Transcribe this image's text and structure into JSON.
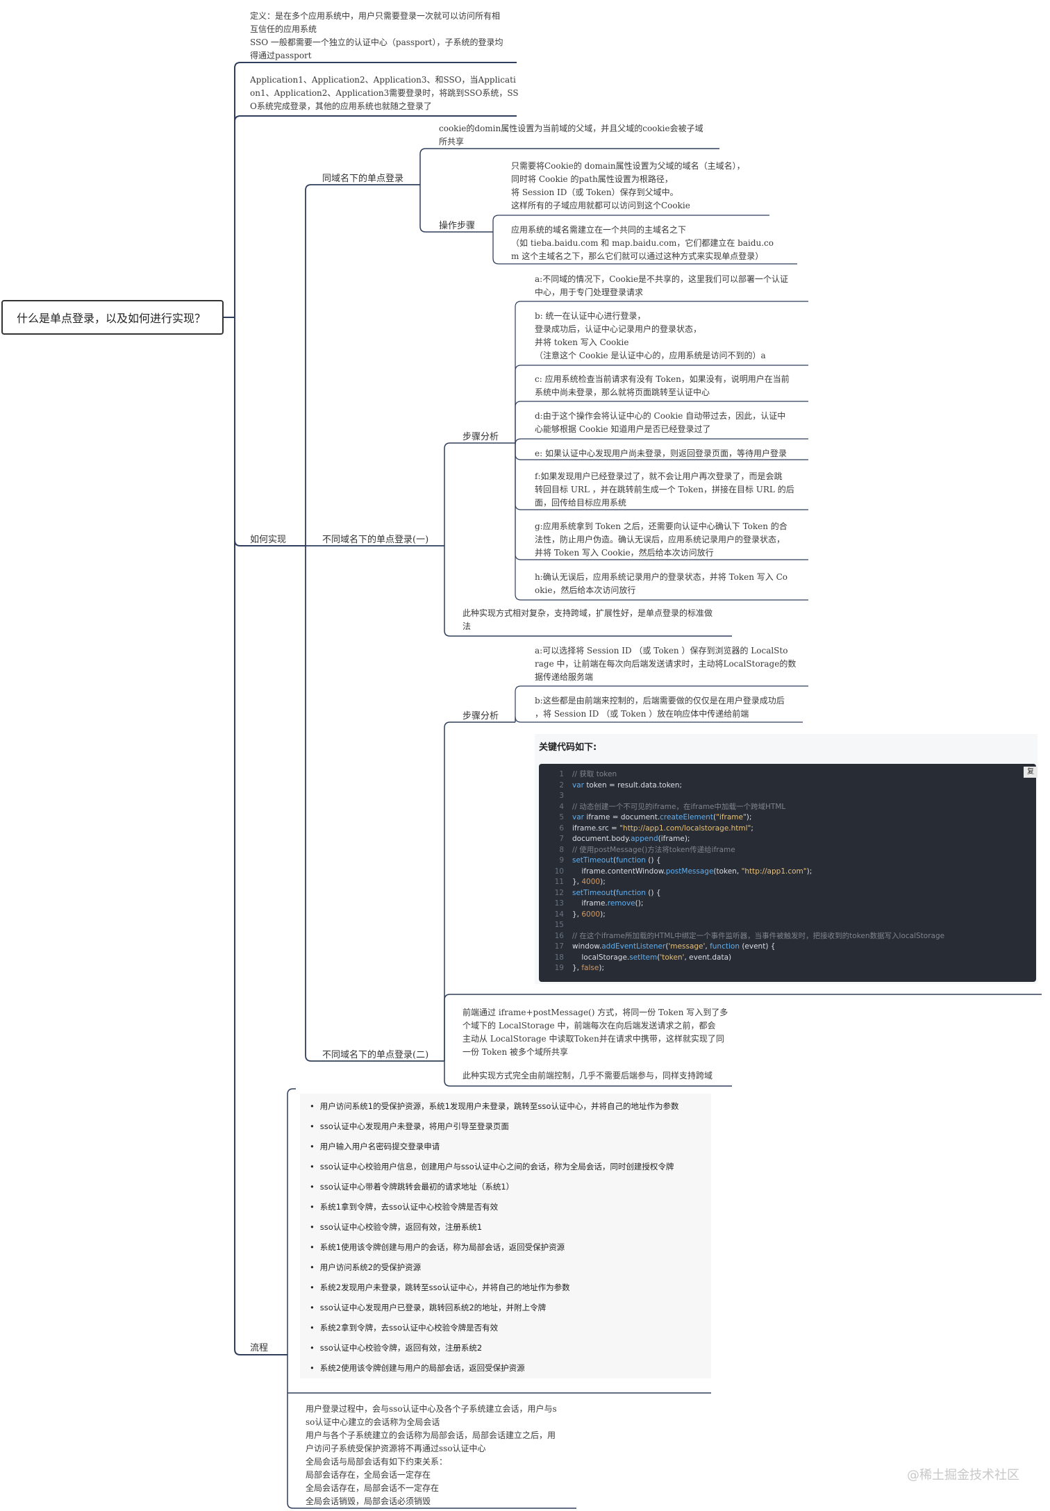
{
  "root": "什么是单点登录，以及如何进行实现？",
  "definition": "定义：是在多个应用系统中，用户只需要登录一次就可以访问所有相\n互信任的应用系统\nSSO 一般都需要一个独立的认证中心（passport），子系统的登录均\n得通过passport",
  "example": "Application1、Application2、Application3、和SSO，当Applicati\non1、Application2、Application3需要登录时，将跳到SSO系统，SS\nO系统完成登录，其他的应用系统也就随之登录了",
  "how": {
    "label": "如何实现",
    "same_domain": {
      "label": "同域名下的单点登录",
      "cookie_note": "cookie的domin属性设置为当前域的父域，并且父域的cookie会被子域\n所共享",
      "steps_label": "操作步骤",
      "step1": "只需要将Cookie的 domain属性设置为父域的域名（主域名），\n同时将 Cookie 的path属性设置为根路径，\n将 Session ID（或 Token）保存到父域中。\n这样所有的子域应用就都可以访问到这个Cookie",
      "step2": "应用系统的域名需建立在一个共同的主域名之下\n（如 tieba.baidu.com 和 map.baidu.com，它们都建立在 baidu.co\nm 这个主域名之下，那么它们就可以通过这种方式来实现单点登录）"
    },
    "cross_domain_1": {
      "label": "不同域名下的单点登录(一)",
      "analysis_label": "步骤分析",
      "steps": [
        "a:不同域的情况下，Cookie是不共享的，这里我们可以部署一个认证\n中心，用于专门处理登录请求",
        "b: 统一在认证中心进行登录，\n登录成功后，认证中心记录用户的登录状态，\n并将 token 写入 Cookie\n（注意这个 Cookie 是认证中心的，应用系统是访问不到的）a",
        "c: 应用系统检查当前请求有没有 Token，如果没有，说明用户在当前\n系统中尚未登录，那么就将页面跳转至认证中心",
        "d:由于这个操作会将认证中心的 Cookie 自动带过去，因此，认证中\n心能够根据 Cookie 知道用户是否已经登录过了",
        "e: 如果认证中心发现用户尚未登录，则返回登录页面，等待用户登录",
        "f:如果发现用户已经登录过了，就不会让用户再次登录了，而是会跳\n转回目标 URL ，并在跳转前生成一个 Token，拼接在目标 URL 的后\n面，回传给目标应用系统",
        "g:应用系统拿到 Token 之后，还需要向认证中心确认下 Token 的合\n法性，防止用户伪造。确认无误后，应用系统记录用户的登录状态，\n并将 Token 写入 Cookie，然后给本次访问放行",
        "h:确认无误后，应用系统记录用户的登录状态，并将 Token 写入 Co\nokie，然后给本次访问放行"
      ],
      "summary": "此种实现方式相对复杂，支持跨域，扩展性好，是单点登录的标准做\n法"
    },
    "cross_domain_2": {
      "label": "不同域名下的单点登录(二)",
      "analysis_label": "步骤分析",
      "steps": [
        "a:可以选择将 Session ID （或 Token ）保存到浏览器的 LocalSto\nrage 中，让前端在每次向后端发送请求时，主动将LocalStorage的数\n据传递给服务端",
        "b:这些都是由前端来控制的，后端需要做的仅仅是在用户登录成功后\n，将 Session ID （或 Token ）放在响应体中传递给前端"
      ],
      "code_title": "关键代码如下:",
      "copy_label": "复",
      "code": [
        {
          "n": "1",
          "parts": [
            [
              "c",
              "// 获取 token"
            ]
          ]
        },
        {
          "n": "2",
          "parts": [
            [
              "k",
              "var "
            ],
            [
              "v",
              "token = result.data.token;"
            ]
          ]
        },
        {
          "n": "3",
          "parts": []
        },
        {
          "n": "4",
          "parts": [
            [
              "c",
              "// 动态创建一个不可见的iframe，在iframe中加载一个跨域HTML"
            ]
          ]
        },
        {
          "n": "5",
          "parts": [
            [
              "k",
              "var "
            ],
            [
              "v",
              "iframe = document."
            ],
            [
              "f",
              "createElement"
            ],
            [
              "v",
              "("
            ],
            [
              "s",
              "\"iframe\""
            ],
            [
              "v",
              ");"
            ]
          ]
        },
        {
          "n": "6",
          "parts": [
            [
              "v",
              "iframe.src = "
            ],
            [
              "s",
              "\"http://app1.com/localstorage.html\""
            ],
            [
              "v",
              ";"
            ]
          ]
        },
        {
          "n": "7",
          "parts": [
            [
              "v",
              "document.body."
            ],
            [
              "f",
              "append"
            ],
            [
              "v",
              "(iframe);"
            ]
          ]
        },
        {
          "n": "8",
          "parts": [
            [
              "c",
              "// 使用postMessage()方法将token传递给iframe"
            ]
          ]
        },
        {
          "n": "9",
          "parts": [
            [
              "f",
              "setTimeout"
            ],
            [
              "v",
              "("
            ],
            [
              "k",
              "function"
            ],
            [
              "v",
              " () {"
            ]
          ]
        },
        {
          "n": "10",
          "parts": [
            [
              "v",
              "    iframe.contentWindow."
            ],
            [
              "f",
              "postMessage"
            ],
            [
              "v",
              "(token, "
            ],
            [
              "s",
              "\"http://app1.com\""
            ],
            [
              "v",
              ");"
            ]
          ]
        },
        {
          "n": "11",
          "parts": [
            [
              "v",
              "}, "
            ],
            [
              "o",
              "4000"
            ],
            [
              "v",
              ");"
            ]
          ]
        },
        {
          "n": "12",
          "parts": [
            [
              "f",
              "setTimeout"
            ],
            [
              "v",
              "("
            ],
            [
              "k",
              "function"
            ],
            [
              "v",
              " () {"
            ]
          ]
        },
        {
          "n": "13",
          "parts": [
            [
              "v",
              "    iframe."
            ],
            [
              "f",
              "remove"
            ],
            [
              "v",
              "();"
            ]
          ]
        },
        {
          "n": "14",
          "parts": [
            [
              "v",
              "}, "
            ],
            [
              "o",
              "6000"
            ],
            [
              "v",
              ");"
            ]
          ]
        },
        {
          "n": "15",
          "parts": []
        },
        {
          "n": "16",
          "parts": [
            [
              "c",
              "// 在这个iframe所加载的HTML中绑定一个事件监听器，当事件被触发时，把接收到的token数据写入localStorage"
            ]
          ]
        },
        {
          "n": "17",
          "parts": [
            [
              "v",
              "window."
            ],
            [
              "f",
              "addEventListener"
            ],
            [
              "v",
              "("
            ],
            [
              "s",
              "'message'"
            ],
            [
              "v",
              ", "
            ],
            [
              "k",
              "function"
            ],
            [
              "v",
              " (event) {"
            ]
          ]
        },
        {
          "n": "18",
          "parts": [
            [
              "v",
              "    localStorage."
            ],
            [
              "f",
              "setItem"
            ],
            [
              "v",
              "("
            ],
            [
              "s",
              "'token'"
            ],
            [
              "v",
              ", event.data)"
            ]
          ]
        },
        {
          "n": "19",
          "parts": [
            [
              "v",
              "}, "
            ],
            [
              "o",
              "false"
            ],
            [
              "v",
              ");"
            ]
          ]
        }
      ],
      "explain": "前端通过 iframe+postMessage() 方式，将同一份 Token 写入到了多\n个域下的 LocalStorage 中，前端每次在向后端发送请求之前，都会\n主动从 LocalStorage 中读取Token并在请求中携带，这样就实现了同\n一份 Token 被多个域所共享",
      "summary": "此种实现方式完全由前端控制，几乎不需要后端参与，同样支持跨域"
    }
  },
  "flow": {
    "label": "流程",
    "items": [
      "用户访问系统1的受保护资源，系统1发现用户未登录，跳转至sso认证中心，并将自己的地址作为参数",
      "sso认证中心发现用户未登录，将用户引导至登录页面",
      "用户输入用户名密码提交登录申请",
      "sso认证中心校验用户信息，创建用户与sso认证中心之间的会话，称为全局会话，同时创建授权令牌",
      "sso认证中心带着令牌跳转会最初的请求地址（系统1）",
      "系统1拿到令牌，去sso认证中心校验令牌是否有效",
      "sso认证中心校验令牌，返回有效，注册系统1",
      "系统1使用该令牌创建与用户的会话，称为局部会话，返回受保护资源",
      "用户访问系统2的受保护资源",
      "系统2发现用户未登录，跳转至sso认证中心，并将自己的地址作为参数",
      "sso认证中心发现用户已登录，跳转回系统2的地址，并附上令牌",
      "系统2拿到令牌，去sso认证中心校验令牌是否有效",
      "sso认证中心校验令牌，返回有效，注册系统2",
      "系统2使用该令牌创建与用户的局部会话，返回受保护资源"
    ],
    "sessions": "用户登录过程中，会与sso认证中心及各个子系统建立会话，用户与s\nso认证中心建立的会话称为全局会话\n用户与各个子系统建立的会话称为局部会话，局部会话建立之后，用\n户访问子系统受保护资源将不再通过sso认证中心\n全局会话与局部会话有如下约束关系：\n局部会话存在，全局会话一定存在\n全局会话存在，局部会话不一定存在\n全局会话销毁，局部会话必须销毁"
  },
  "watermark": "@稀土掘金技术社区",
  "colors": {
    "line": "#2f3e5c",
    "code_bg": "#282c34",
    "comment": "#7f848e",
    "keyword": "#61afef",
    "string": "#e5c07b",
    "func": "#61afef",
    "number": "#d19a66",
    "text": "#dcdfe4"
  }
}
